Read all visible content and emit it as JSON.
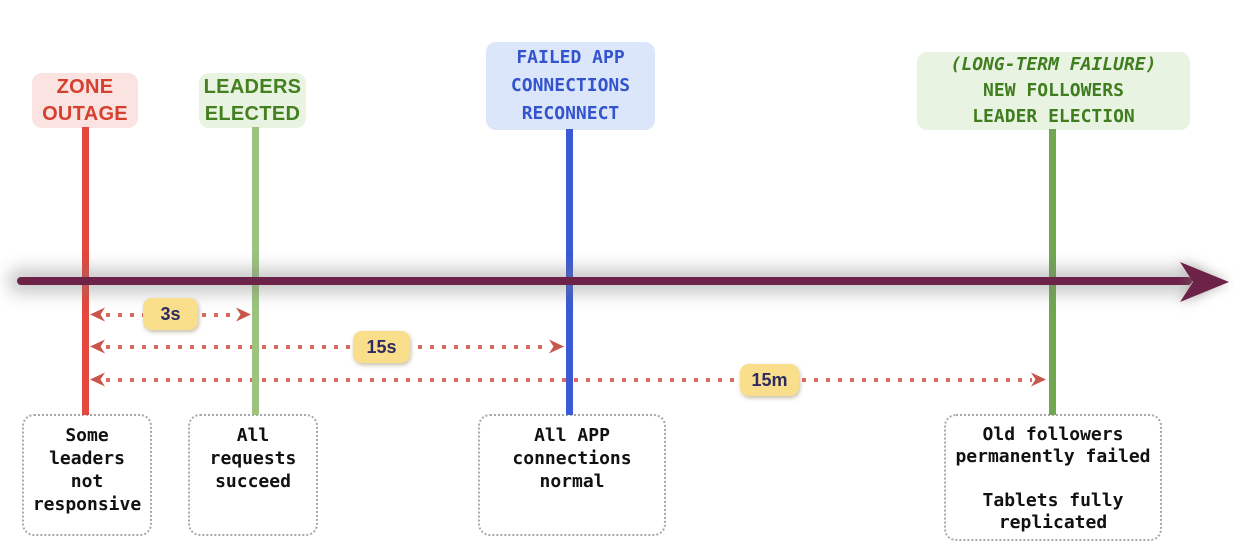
{
  "timeline": {
    "arrow_color": "#6d2248",
    "duration_arrow_color": "#dd6a5c",
    "badge_bg": "#f9df8b",
    "badge_text_color": "#2f2a62",
    "events": [
      {
        "name": "zone-outage",
        "label": "ZONE\nOUTAGE",
        "label_color": "#d6402e",
        "label_bg": "#fbe3e1",
        "line_color": "#e3473d",
        "note": "Some\nleaders\nnot\nresponsive"
      },
      {
        "name": "leaders-elected",
        "label": "LEADERS\nELECTED",
        "label_color": "#44801f",
        "label_bg": "#e8f3e2",
        "line_color": "#9cc480",
        "note": "All\nrequests\nsucceed"
      },
      {
        "name": "failed-app-connections-reconnect",
        "label": "FAILED APP\nCONNECTIONS\nRECONNECT",
        "label_color": "#3354cd",
        "label_bg": "#dce6fa",
        "line_color": "#3a5ad6",
        "note": "All APP\nconnections\nnormal"
      },
      {
        "name": "new-followers-leader-election",
        "label_italic": "(LONG-TERM FAILURE)",
        "label": "NEW FOLLOWERS\nLEADER ELECTION",
        "label_color": "#3f7d1e",
        "label_bg": "#e8f3e2",
        "line_color": "#71a751",
        "note": "Old followers\npermanently failed\n\nTablets fully\nreplicated"
      }
    ],
    "durations": [
      {
        "name": "3s",
        "label": "3s"
      },
      {
        "name": "15s",
        "label": "15s"
      },
      {
        "name": "15m",
        "label": "15m"
      }
    ]
  }
}
